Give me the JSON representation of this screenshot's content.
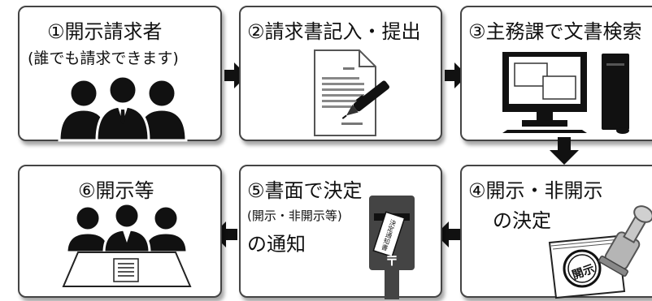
{
  "steps": [
    {
      "title": "①開示請求者",
      "note": "(誰でも請求できます)"
    },
    {
      "title": "②請求書記入・提出"
    },
    {
      "title": "③主務課で文書検索"
    },
    {
      "title": "④開示・非開示",
      "line2": "の決定"
    },
    {
      "title": "⑤書面で決定",
      "note": "(開示・非開示等)",
      "line2": "の通知"
    },
    {
      "title": "⑥開示等"
    }
  ],
  "stamp_text": "開示",
  "mail_text": "決定通知書",
  "postal_mark": "〒"
}
